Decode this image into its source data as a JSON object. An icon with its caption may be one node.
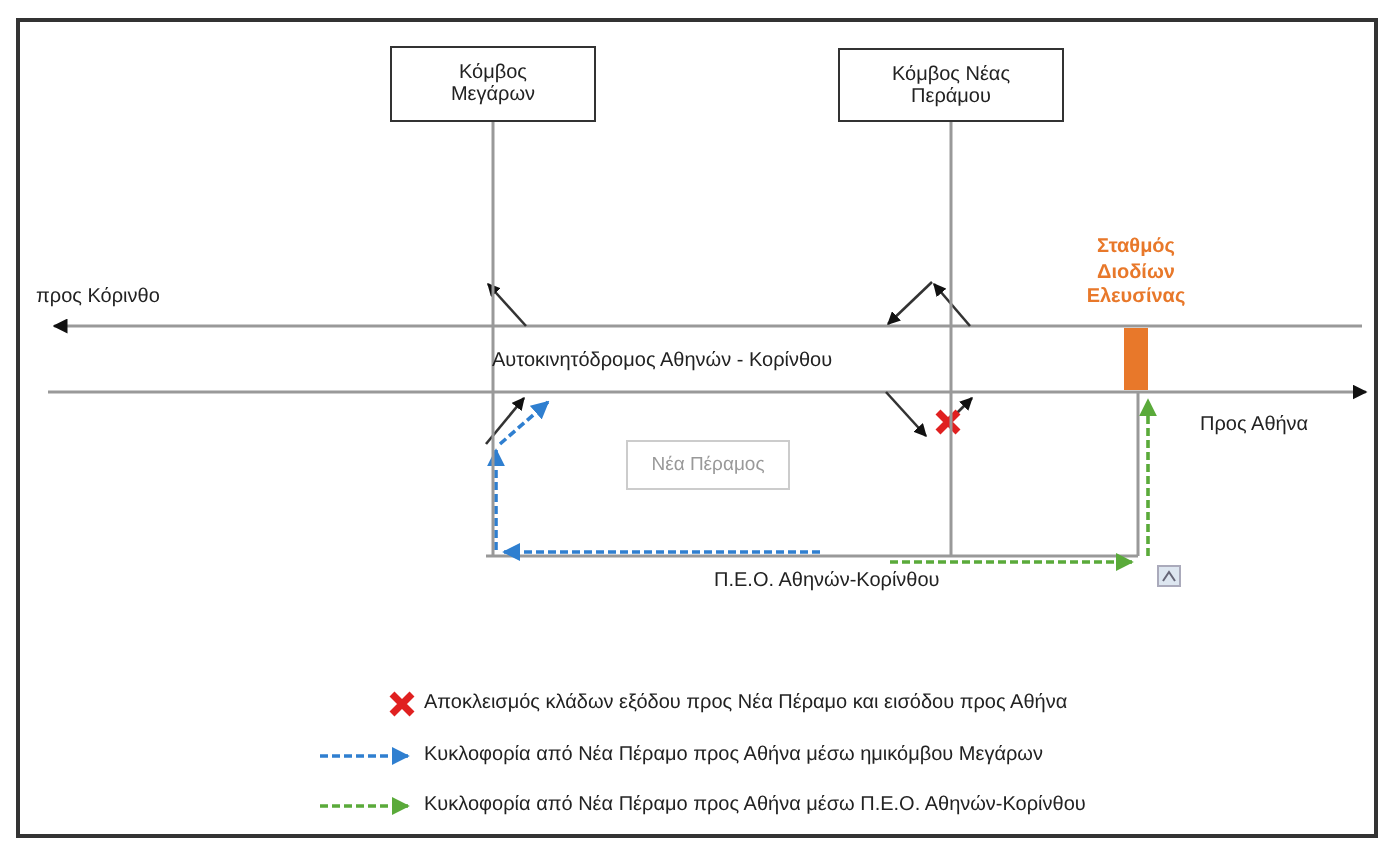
{
  "diagram": {
    "nodes": [
      {
        "text": [
          "Κόμβος Μεγάρων"
        ]
      },
      {
        "text": [
          "Κόμβος Νέας Περάμου"
        ]
      },
      {
        "text": [
          "Νέα Πέραμος"
        ]
      },
      {
        "text": [
          "Σταθμός Διοδίων Ελευσίνας"
        ]
      }
    ],
    "edges": [
      {
        "from": 0,
        "to": null,
        "arrow": "none"
      },
      {
        "from": 1,
        "to": null,
        "arrow": "none"
      }
    ],
    "labels": [
      "προς Κόρινθο",
      "Αυτοκινητόδρομος Αθηνών - Κορίνθου",
      "Προς Αθήνα",
      "Π.Ε.Ο. Αθηνών-Κορίνθου"
    ],
    "legend": [
      {
        "text": "Αποκλεισμός κλάδων εξόδου προς Νέα Πέραμο και εισόδου προς Αθήνα"
      },
      {
        "text": "Κυκλοφορία από Νέα Πέραμο προς Αθήνα μέσω ημικόμβου Μεγάρων"
      },
      {
        "text": "Κυκλοφορία από Νέα Πέραμο προς Αθήνα μέσω Π.Ε.Ο. Αθηνών-Κορίνθου"
      }
    ]
  }
}
